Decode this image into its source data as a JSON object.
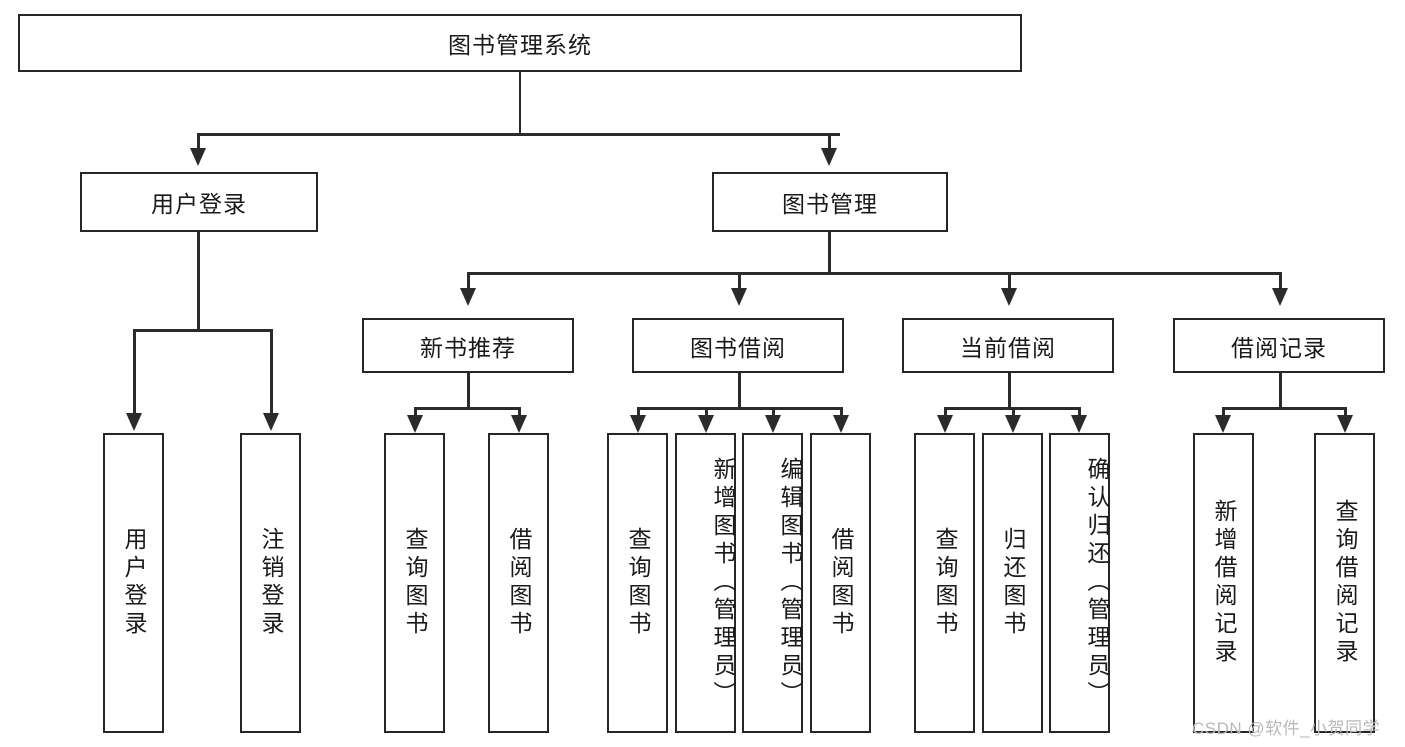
{
  "diagram": {
    "type": "hierarchy-tree",
    "title": "图书管理系统",
    "root": {
      "label": "图书管理系统"
    },
    "level2": [
      {
        "label": "用户登录"
      },
      {
        "label": "图书管理"
      }
    ],
    "level3": [
      {
        "label": "新书推荐"
      },
      {
        "label": "图书借阅"
      },
      {
        "label": "当前借阅"
      },
      {
        "label": "借阅记录"
      }
    ],
    "leaves": {
      "user_login": [
        {
          "label": "用户登录"
        },
        {
          "label": "注销登录"
        }
      ],
      "new_book_rec": [
        {
          "label": "查询图书"
        },
        {
          "label": "借阅图书"
        }
      ],
      "book_borrow": [
        {
          "label": "查询图书"
        },
        {
          "label": "新增图书（管理员）"
        },
        {
          "label": "编辑图书（管理员）"
        },
        {
          "label": "借阅图书"
        }
      ],
      "current_borrow": [
        {
          "label": "查询图书"
        },
        {
          "label": "归还图书"
        },
        {
          "label": "确认归还（管理员）"
        }
      ],
      "borrow_record": [
        {
          "label": "新增借阅记录"
        },
        {
          "label": "查询借阅记录"
        }
      ]
    }
  },
  "watermark": {
    "text": "CSDN @软件_小贺同学"
  },
  "colors": {
    "border": "#262626",
    "line": "#2b2b2b",
    "background": "#ffffff",
    "text": "#1a1a1a",
    "watermark": "#b9b9b9"
  }
}
